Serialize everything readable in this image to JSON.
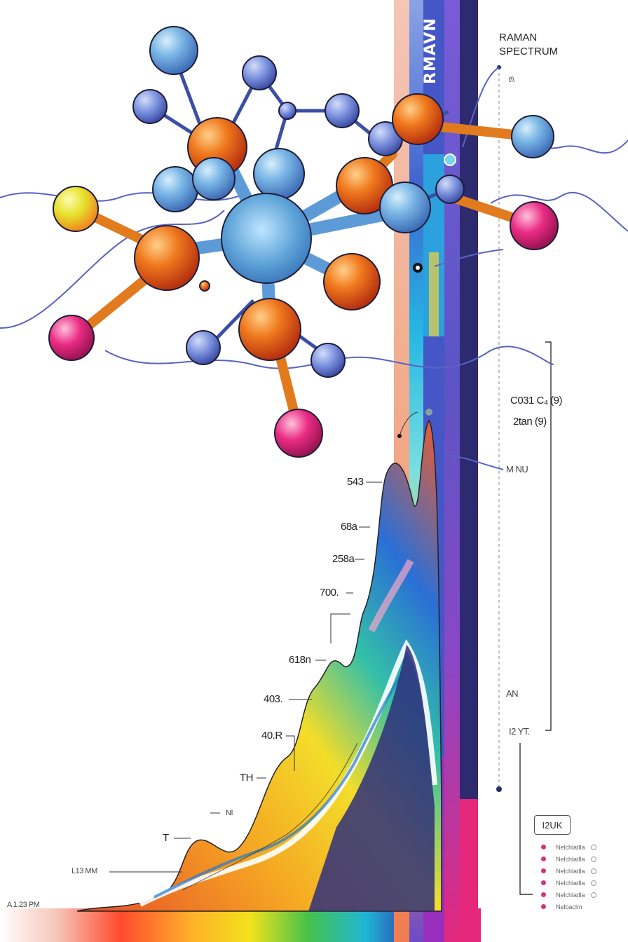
{
  "header": {
    "title_line1": "RAMAN",
    "title_line2": "SPECTRUM",
    "vertical_title": "RMAVN",
    "top_marker": "t\\\\"
  },
  "peak_labels": [
    "543",
    "68a",
    "258a",
    "700.",
    "618n",
    "403.",
    "40.R",
    "TH",
    "NI",
    "T",
    "L13 MM",
    "A 1.23 PM"
  ],
  "right_labels": {
    "a": "C031 C₄  (9)",
    "b": "2tan   (9)",
    "c": "M NU",
    "d": "AN",
    "e": "I2 YT."
  },
  "legend": {
    "box_label": "I2UK",
    "items": [
      "Nelchlatlla",
      "Nelchlatlla",
      "Nelchlatlla",
      "Nelchlatlla",
      "Nelchlatlla",
      "Nelbaclm"
    ]
  },
  "colors": {
    "accent_blue": "#6a8fd8",
    "accent_orange": "#e8651e",
    "accent_magenta": "#e02a7a",
    "navy": "#2a2a6e"
  }
}
